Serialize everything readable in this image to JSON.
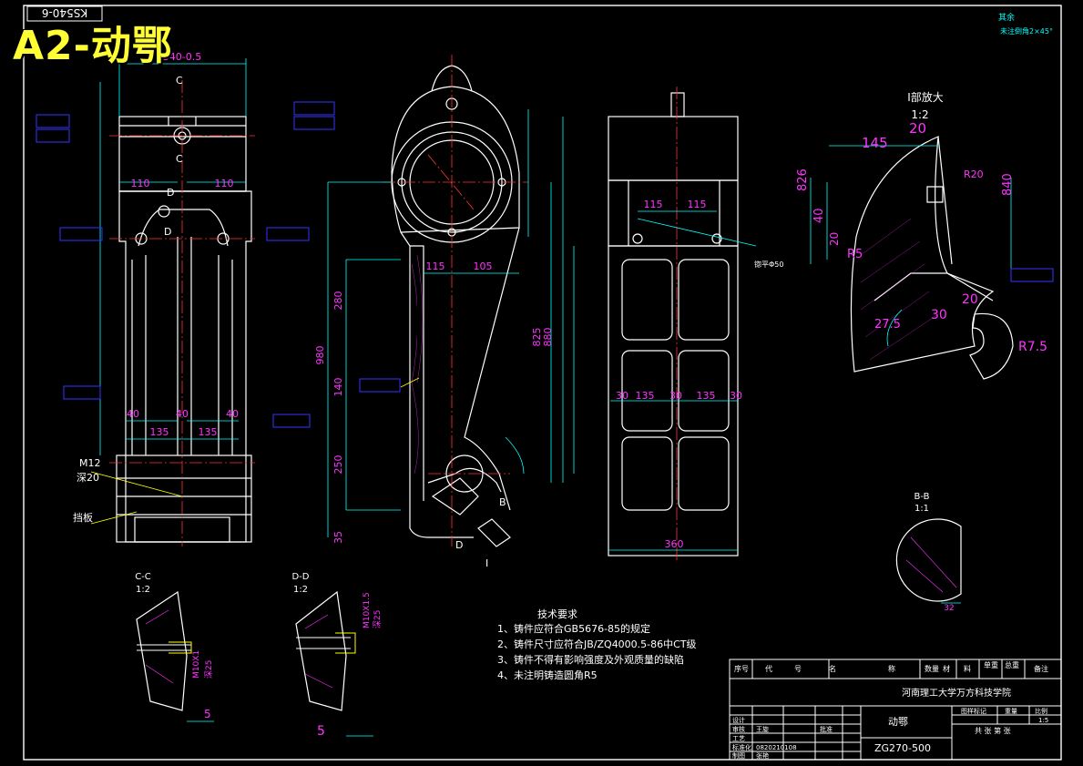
{
  "corner_label": "A2-动鄂",
  "drawing_no_rotated": "KS540-6",
  "top_right": {
    "roughness_label": "其余",
    "chamfer_note": "未注倒角2×45°"
  },
  "colors": {
    "background": "#000000",
    "outline": "#ffffff",
    "dimension": "#00ffff",
    "text_dim": "#ff33ff",
    "centerline": "#ff3333",
    "leader": "#ffff00",
    "callout_box": "#3333ff"
  },
  "views": {
    "front": {
      "section_c": "C",
      "section_d": "D",
      "label_baffle": "挡板",
      "dim_width": "340-0.5",
      "dim_110a": "110",
      "dim_110b": "110",
      "dim_40a": "40",
      "dim_135a": "135",
      "dim_40b": "40",
      "dim_135b": "135",
      "dim_40c": "40",
      "hole_note": "M12",
      "depth_note": "深20"
    },
    "side": {
      "dim_115": "115",
      "dim_105": "105",
      "dim_980": "980",
      "dim_280": "280",
      "dim_250": "250",
      "dim_140": "140",
      "dim_35": "35",
      "label_b": "B",
      "label_d": "D",
      "label_i": "I"
    },
    "rear": {
      "dim_115a": "115",
      "dim_115b": "115",
      "dim_30a": "30",
      "dim_135a": "135",
      "dim_30b": "30",
      "dim_135b": "135",
      "dim_30c": "30",
      "dim_360": "360",
      "dim_825": "825",
      "dim_880": "880",
      "note_flat": "锪平Φ50"
    },
    "detail_i": {
      "title": "I部放大",
      "scale": "1:2",
      "dim_145": "145",
      "dim_20a": "20",
      "dim_r20": "R20",
      "dim_826": "826",
      "dim_840": "840",
      "dim_40": "40",
      "dim_20b": "20",
      "dim_r5": "R5",
      "dim_27_5": "27.5",
      "dim_30": "30",
      "dim_20c": "20",
      "dim_r7_5": "R7.5"
    },
    "section_bb": {
      "title": "B-B",
      "scale": "1:1",
      "dim_32": "32"
    },
    "section_cc": {
      "title": "C-C",
      "scale": "1:2",
      "thread": "M10X1",
      "depth": "深25",
      "dim_5": "5"
    },
    "section_dd": {
      "title": "D-D",
      "scale": "1:2",
      "thread": "M10X1.5",
      "depth": "深25",
      "dim_5": "5"
    }
  },
  "tech_requirements": {
    "title": "技术要求",
    "items": [
      "1、铸件应符合GB5676-85的规定",
      "2、铸件尺寸应符合JB/ZQ4000.5-86中CT级",
      "3、铸件不得有影响强度及外观质量的缺陷",
      "4、未注明铸造圆角R5"
    ]
  },
  "title_block": {
    "header": [
      "序号",
      "代",
      "号",
      "名",
      "称",
      "数量",
      "材",
      "料",
      "单重",
      "总重",
      "备注"
    ],
    "school": "河南理工大学万方科技学院",
    "part_name": "动鄂",
    "material": "ZG270-500",
    "scale": "1:5",
    "sheets": "共 张 第 张",
    "roles": [
      "设计",
      "审核",
      "工艺",
      "标准化",
      "批准",
      "制图"
    ],
    "role_names": [
      "王旋",
      "张艳"
    ],
    "student_no": "0820210108",
    "cols_right": [
      "图样标记",
      "重量",
      "比例"
    ]
  }
}
